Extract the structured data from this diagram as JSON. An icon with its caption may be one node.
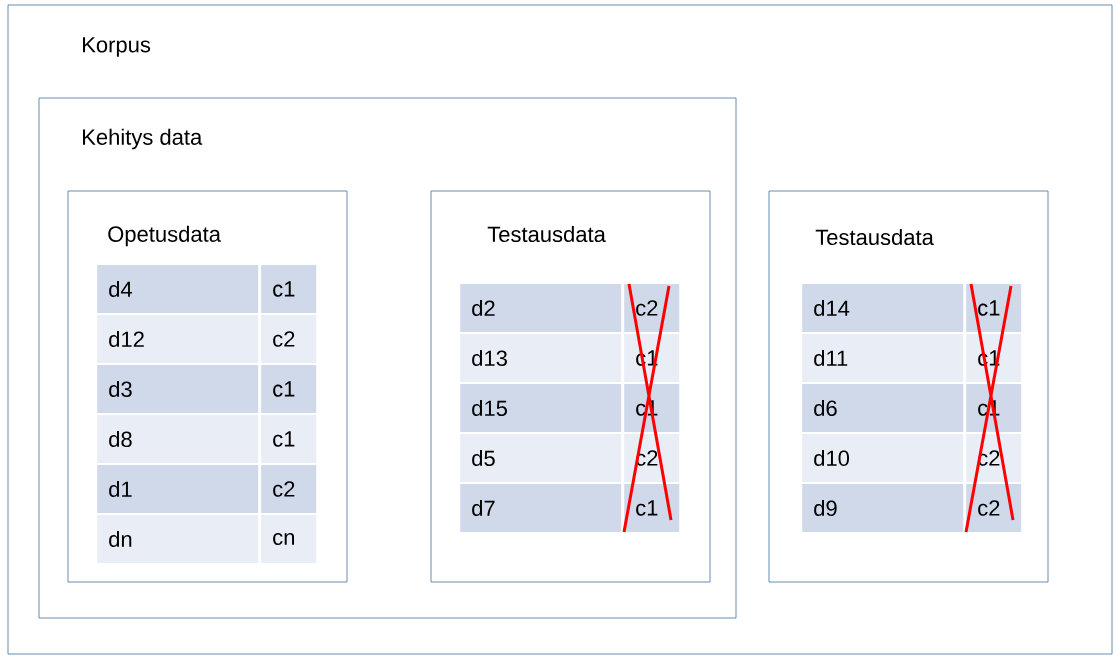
{
  "diagram": {
    "nodes": [
      {
        "text": [
          "Korpus"
        ]
      },
      {
        "text": [
          "Kehitys data"
        ],
        "in": 0
      },
      {
        "text": [
          "Opetusdata"
        ],
        "in": 1
      },
      {
        "text": [
          "Testausdata"
        ],
        "in": 1
      },
      {
        "text": [
          "Testausdata"
        ],
        "in": 0
      }
    ],
    "labels": [
      "d4",
      "c1",
      "d12",
      "c2",
      "d3",
      "c1",
      "d8",
      "c1",
      "d1",
      "c2",
      "dn",
      "cn",
      "d2",
      "c2",
      "d13",
      "c1",
      "d15",
      "c1",
      "d5",
      "c2",
      "d7",
      "c1",
      "d14",
      "c1",
      "d11",
      "c1",
      "d6",
      "c1",
      "d10",
      "c2",
      "d9",
      "c2"
    ]
  }
}
